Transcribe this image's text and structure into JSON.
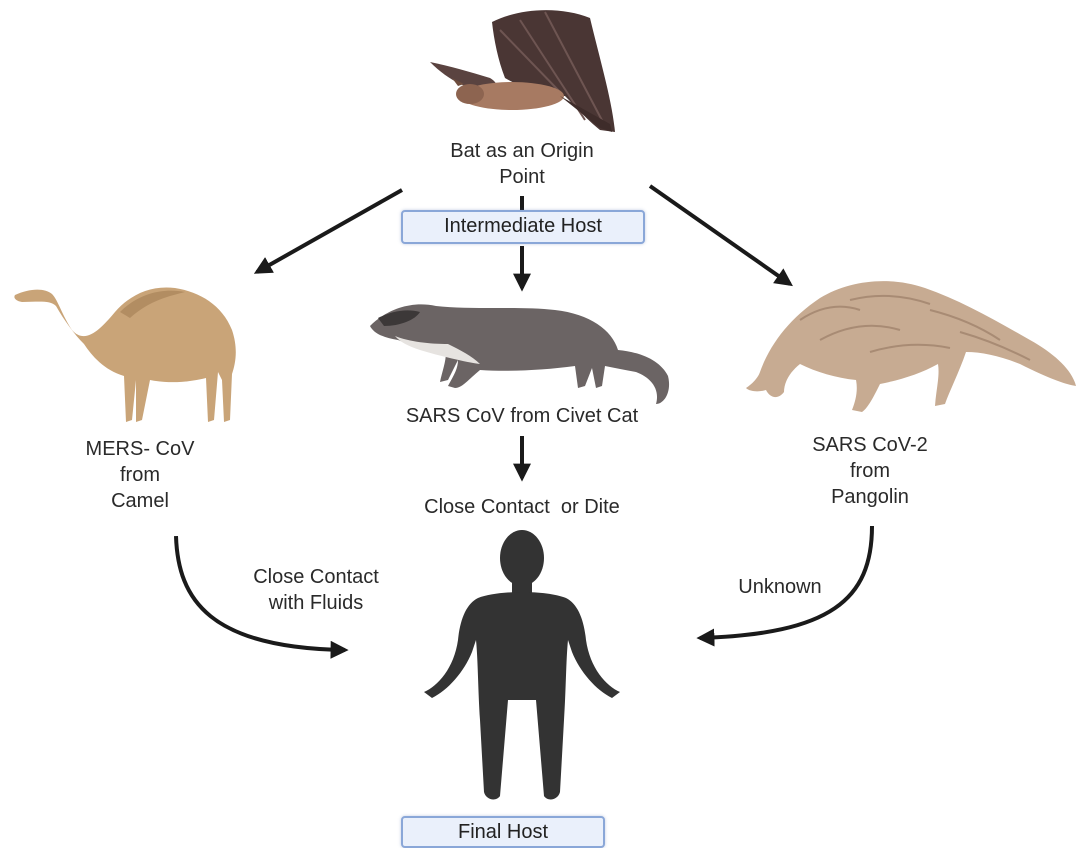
{
  "nodes": {
    "bat": {
      "line1": "Bat as an Origin",
      "line2": "Point"
    },
    "intermediate_host": "Intermediate Host",
    "camel": {
      "line1": "MERS- CoV",
      "line2": "from",
      "line3": "Camel"
    },
    "civet": "SARS CoV from Civet Cat",
    "pangolin": {
      "line1": "SARS CoV-2",
      "line2": "from",
      "line3": "Pangolin"
    },
    "final_host": "Final Host"
  },
  "edges": {
    "civet_to_human": "Close Contact  or Dite",
    "camel_to_human": {
      "line1": "Close Contact",
      "line2": "with Fluids"
    },
    "pangolin_to_human": "Unknown"
  },
  "colors": {
    "arrow": "#1a1a1a",
    "box_fill": "#eaf0fb",
    "box_border": "#8aa7d8",
    "bat": "#4a3634",
    "camel": "#c9a478",
    "civet": "#6b6464",
    "pangolin": "#c7ab92",
    "human": "#333333"
  },
  "icons": [
    "bat-icon",
    "camel-icon",
    "civet-icon",
    "pangolin-icon",
    "human-icon"
  ]
}
